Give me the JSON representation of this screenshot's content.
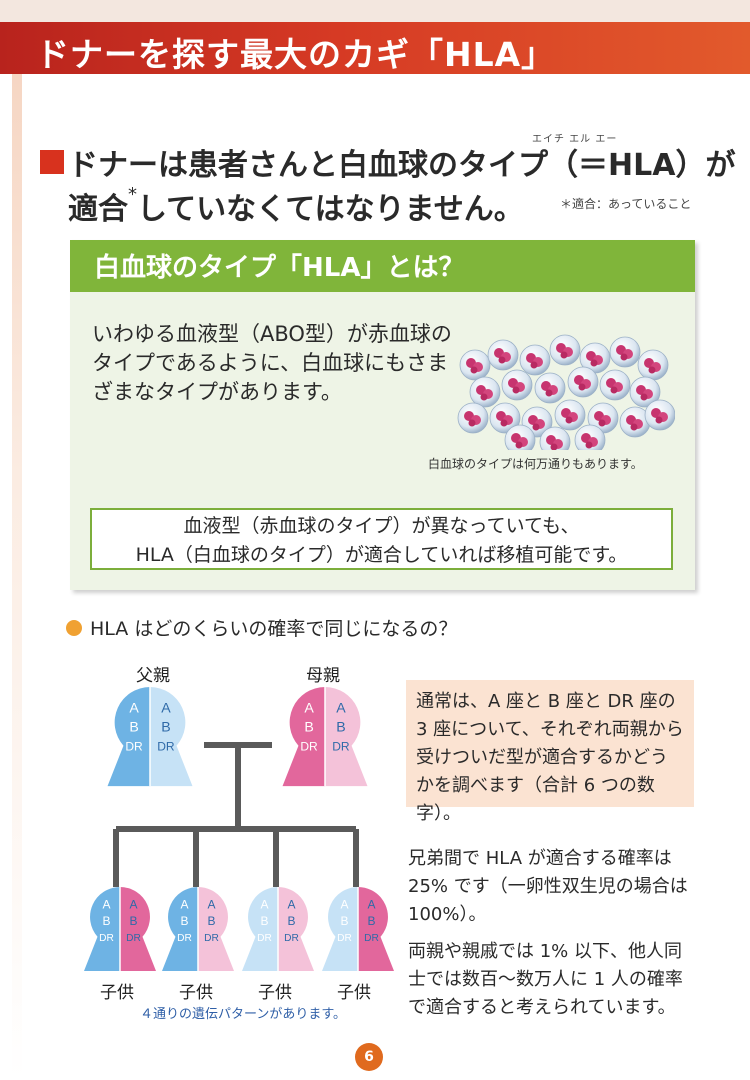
{
  "header": {
    "title": "ドナーを探す最大のカギ「HLA」"
  },
  "lead": {
    "line1": "ドナーは患者さんと白血球のタイプ（＝HLA）が",
    "line2_main": "適合",
    "line2_asterisk": "*",
    "line2_rest": "していなくてはなりません。",
    "ruby": "エイチ エル エー",
    "footnote": "＊適合：あっていること"
  },
  "hla_box": {
    "heading": "白血球のタイプ「HLA」とは？",
    "body": "いわゆる血液型（ABO型）が赤血球のタイプであるように、白血球にもさまざまなタイプがあります。",
    "image_caption": "白血球のタイプは何万通りもあります。",
    "note_line1": "血液型（赤血球のタイプ）が異なっていても、",
    "note_line2": "HLA（白血球のタイプ）が適合していれば移植可能です。"
  },
  "question": "HLA はどのくらいの確率で同じになるの？",
  "diagram": {
    "father": "父親",
    "mother": "母親",
    "child": "子供",
    "loci": [
      "A",
      "B",
      "DR"
    ],
    "caption": "４通りの遺伝パターンがあります。",
    "colors": {
      "blue_dark": "#6eb3e4",
      "blue_light": "#c6e2f6",
      "pink_dark": "#e2679c",
      "pink_light": "#f4c2d9",
      "line": "#5a5a5a",
      "cell_text": "#2f6aa8"
    }
  },
  "side": {
    "box": "通常は、A 座と B 座と DR 座の 3 座について、それぞれ両親から受けついだ型が適合するかどうかを調べます（合計 6 つの数字）。",
    "p2": "兄弟間で HLA が適合する確率は 25% です（一卵性双生児の場合は 100%）。",
    "p3": "両親や親戚では 1% 以下、他人同士では数百〜数万人に 1 人の確率で適合すると考えられています。"
  },
  "page_number": "6"
}
